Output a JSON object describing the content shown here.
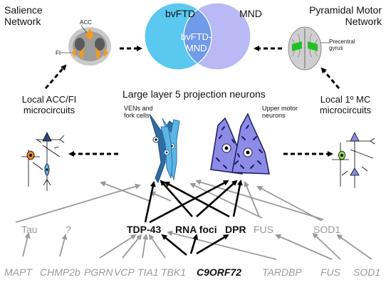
{
  "top": {
    "salience_network": "Salience\nNetwork",
    "acc_label": "ACC",
    "fi_label": "FI",
    "bvftd": "bvFTD",
    "mnd": "MND",
    "overlap": "bvFTD-\nMND",
    "pyramidal_network": "Pyramidal Motor\nNetwork",
    "precentral": "Precentral\ngyrus"
  },
  "middle": {
    "large_layer5": "Large layer 5 projection neurons",
    "local_acc": "Local ACC/FI\nmicrocircuits",
    "vens": "VENs and\nfork cells",
    "upper_motor": "Upper motor\nneurons",
    "local_mc": "Local 1º MC\nmicrocircuits"
  },
  "proteins": {
    "tau": "Tau",
    "question": "?",
    "tdp43": "TDP-43",
    "rna_foci": "RNA foci",
    "dpr": "DPR",
    "fus": "FUS",
    "sod1": "SOD1"
  },
  "genes": {
    "mapt": "MAPT",
    "chmp2b": "CHMP2b",
    "pgrn": "PGRN",
    "vcp": "VCP",
    "tia1": "TIA1",
    "tbk1": "TBK1",
    "c9orf72": "C9ORF72",
    "tardbp": "TARDBP",
    "fus": "FUS",
    "sod1": "SOD1"
  },
  "colors": {
    "bvftd_circle": "#5bc8f0",
    "mnd_circle": "#b9b9f5",
    "overlap": "#6f9bea",
    "ven_dark": "#2f6da3",
    "ven_light": "#5bb6e6",
    "motor_fill": "#8c8ce6",
    "arrow_black": "#000000",
    "arrow_gray": "#9a9a9a",
    "brain_highlight_orange": "#f29a1f",
    "brain_highlight_green": "#22c022"
  }
}
